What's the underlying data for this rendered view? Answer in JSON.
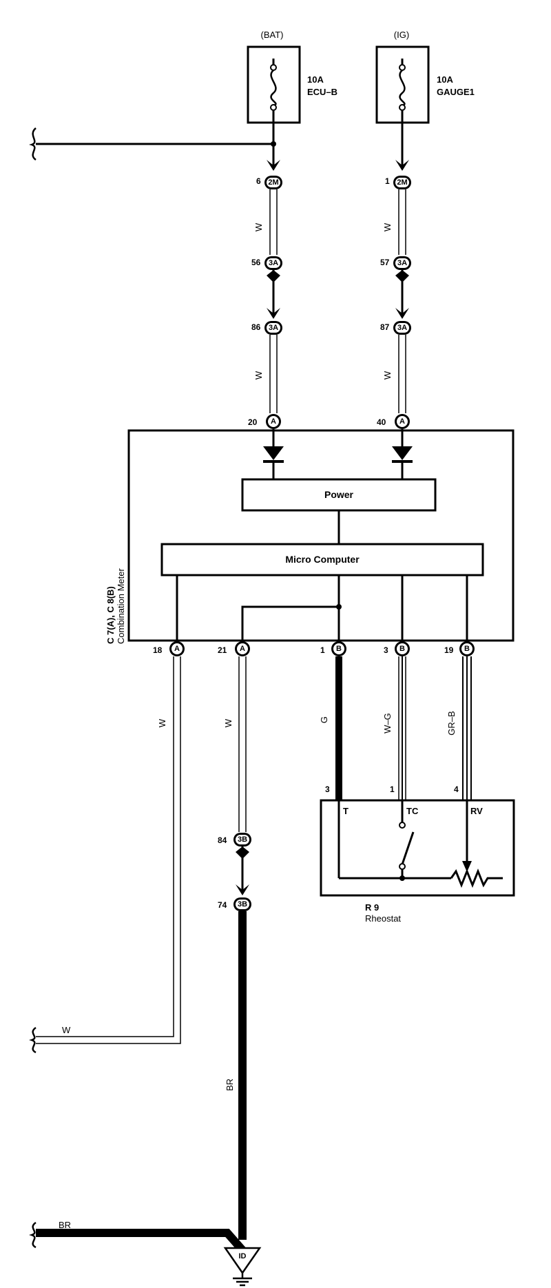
{
  "fuses": [
    {
      "source": "(BAT)",
      "rating": "10A",
      "name": "ECU–B"
    },
    {
      "source": "(IG)",
      "rating": "10A",
      "name": "GAUGE1"
    }
  ],
  "connectors": {
    "c_2m_left": {
      "pin": "6",
      "id": "2M"
    },
    "c_2m_right": {
      "pin": "1",
      "id": "2M"
    },
    "c_3a_l1": {
      "pin": "56",
      "id": "3A"
    },
    "c_3a_r1": {
      "pin": "57",
      "id": "3A"
    },
    "c_3a_l2": {
      "pin": "86",
      "id": "3A"
    },
    "c_3a_r2": {
      "pin": "87",
      "id": "3A"
    },
    "c_a_20": {
      "pin": "20",
      "id": "A"
    },
    "c_a_40": {
      "pin": "40",
      "id": "A"
    },
    "c_a_18": {
      "pin": "18",
      "id": "A"
    },
    "c_a_21": {
      "pin": "21",
      "id": "A"
    },
    "c_b_1": {
      "pin": "1",
      "id": "B"
    },
    "c_b_3": {
      "pin": "3",
      "id": "B"
    },
    "c_b_19": {
      "pin": "19",
      "id": "B"
    },
    "c_3b_84": {
      "pin": "84",
      "id": "3B"
    },
    "c_3b_74": {
      "pin": "74",
      "id": "3B"
    }
  },
  "wire_colors": {
    "w_left_top": "W",
    "w_right_top": "W",
    "w_left_mid": "W",
    "w_right_mid": "W",
    "w_18": "W",
    "w_21": "W",
    "w_g": "G",
    "w_wg": "W–G",
    "w_grb": "GR–B",
    "w_bottom_w": "W",
    "w_br_vertical": "BR",
    "w_br_horizontal": "BR"
  },
  "combination_meter": {
    "ref": "C 7(A), C 8(B)",
    "name": "Combination Meter",
    "power_label": "Power",
    "micro_label": "Micro Computer"
  },
  "rheostat": {
    "pin_t": "3",
    "pin_tc": "1",
    "pin_rv": "4",
    "label_t": "T",
    "label_tc": "TC",
    "label_rv": "RV",
    "ref": "R 9",
    "name": "Rheostat"
  },
  "ground": {
    "id": "ID"
  }
}
